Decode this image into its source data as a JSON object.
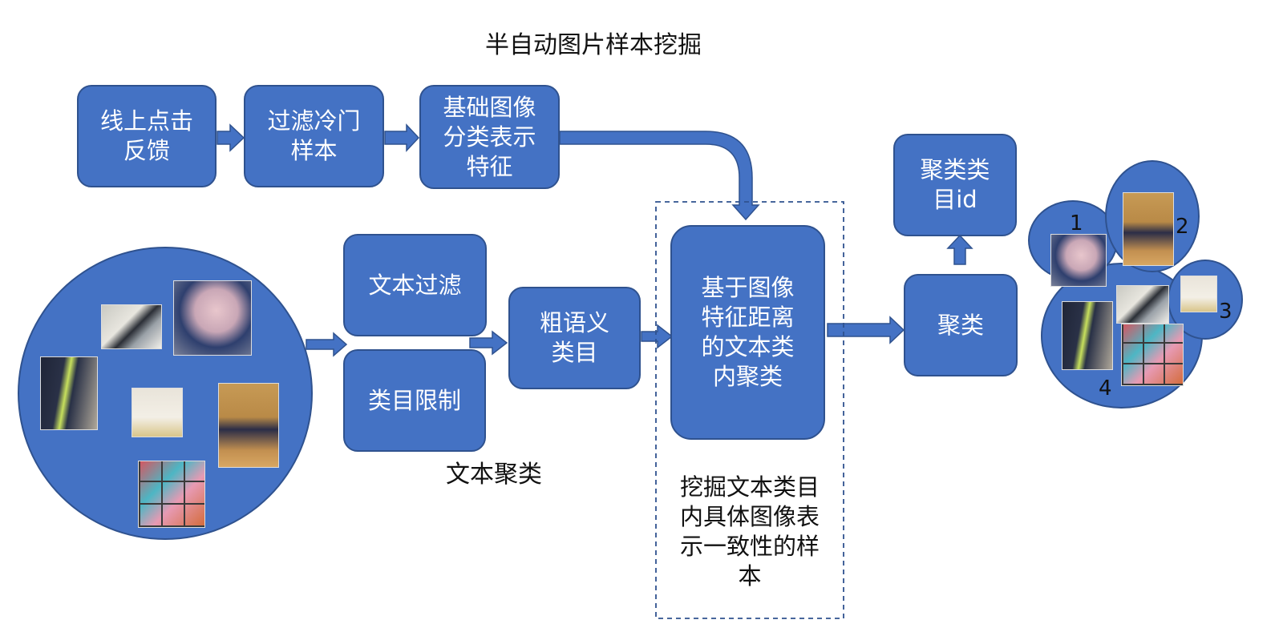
{
  "title": "半自动图片样本挖掘",
  "nodes": {
    "click_feedback": "线上点击\n反馈",
    "filter_cold": "过滤冷门\n样本",
    "base_features": "基础图像\n分类表示\n特征",
    "text_filter": "文本过滤",
    "category_limit": "类目限制",
    "coarse_semantic": "粗语义\n类目",
    "intra_cluster": "基于图像\n特征距离\n的文本类\n内聚类",
    "cluster": "聚类",
    "cluster_id": "聚类类\n目id"
  },
  "labels": {
    "text_cluster": "文本聚类",
    "mining_desc": "挖掘文本类目\n内具体图像表\n示一致性的样\n本"
  },
  "cluster_numbers": [
    "1",
    "2",
    "3",
    "4"
  ],
  "colors": {
    "box_fill": "#4472C4",
    "box_border": "#2F528F",
    "dashed_border": "#2F528F"
  }
}
